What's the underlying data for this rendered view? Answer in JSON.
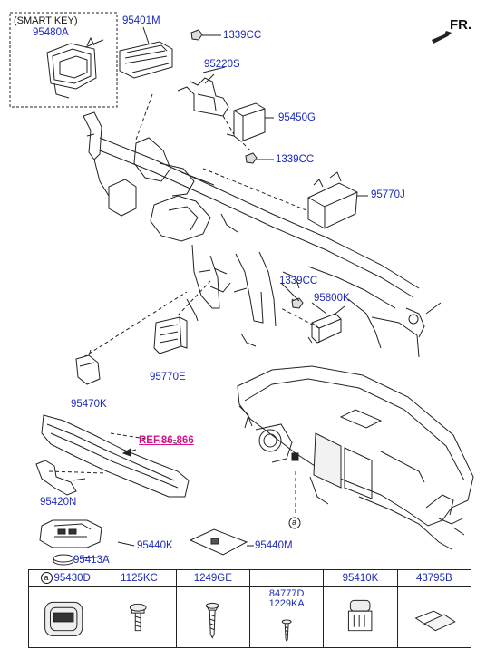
{
  "diagram": {
    "direction_label": "FR.",
    "smart_key_group_label": "(SMART KEY)",
    "reference_link": "REF.86-866",
    "callout_letter": "a",
    "part_labels": {
      "p95480A": "95480A",
      "p95401M": "95401M",
      "p1339CC_top": "1339CC",
      "p95220S": "95220S",
      "p95450G": "95450G",
      "p1339CC_mid": "1339CC",
      "p95770J": "95770J",
      "p1339CC_low": "1339CC",
      "p95800K": "95800K",
      "p95770E": "95770E",
      "p95470K": "95470K",
      "p95420N": "95420N",
      "p95440K": "95440K",
      "p95413A": "95413A",
      "p95440M": "95440M"
    }
  },
  "parts_table": {
    "callout_letter": "a",
    "columns": [
      {
        "part": "95430D"
      },
      {
        "part": "1125KC"
      },
      {
        "part": "1249GE"
      },
      {
        "part": ""
      },
      {
        "part": "95410K"
      },
      {
        "part": "43795B"
      }
    ],
    "sub_labels": [
      "84777D",
      "1229KA"
    ]
  }
}
